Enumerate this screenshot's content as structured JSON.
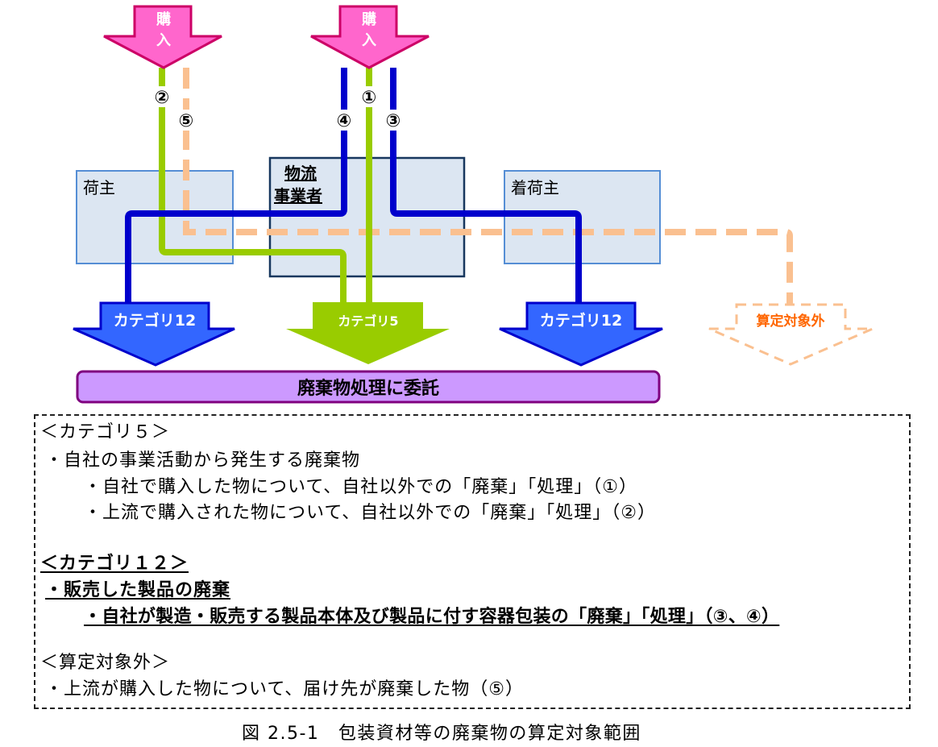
{
  "diagram": {
    "purchase_arrows": [
      {
        "label_line1": "購",
        "label_line2": "入"
      },
      {
        "label_line1": "購",
        "label_line2": "入"
      }
    ],
    "route_markers": {
      "r1": "①",
      "r2": "②",
      "r3": "③",
      "r4": "④",
      "r5": "⑤"
    },
    "boxes": {
      "shipper": "荷主",
      "logistics_line1": "物流",
      "logistics_line2": "事業者",
      "consignee": "着荷主"
    },
    "outputs": {
      "cat12_left": "カテゴリ12",
      "cat5": "カテゴリ5",
      "cat12_right": "カテゴリ12",
      "out_of_scope": "算定対象外"
    },
    "disposal_bar": "廃棄物処理に委託",
    "colors": {
      "purchase_pink": "#ff66cc",
      "purchase_border": "#cc0066",
      "green_route": "#99cc00",
      "blue_route": "#0000cc",
      "blue_arrow_fill": "#3366ff",
      "peach_route": "#fac090",
      "out_of_scope_text": "#ff6600",
      "box_fill": "#dce6f2",
      "box_border_light": "#558ed5",
      "box_border_dark": "#17375e",
      "disposal_fill": "#cc99ff",
      "disposal_border": "#7f007f"
    }
  },
  "legend": {
    "cat5": {
      "heading": "＜カテゴリ５＞",
      "item": "・自社の事業活動から発生する廃棄物",
      "sub1": "・自社で購入した物について、自社以外での「廃棄」「処理」（①）",
      "sub2": "・上流で購入された物について、自社以外での「廃棄」「処理」（②）"
    },
    "cat12": {
      "heading": "＜カテゴリ１２＞",
      "item": "・販売した製品の廃棄",
      "sub1": "・自社が製造・販売する製品本体及び製品に付す容器包装の「廃棄」「処理」（③、④）"
    },
    "out_of_scope": {
      "heading": "＜算定対象外＞",
      "item": "・上流が購入した物について、届け先が廃棄した物（⑤）"
    }
  },
  "caption": "図 2.5-1　包装資材等の廃棄物の算定対象範囲"
}
